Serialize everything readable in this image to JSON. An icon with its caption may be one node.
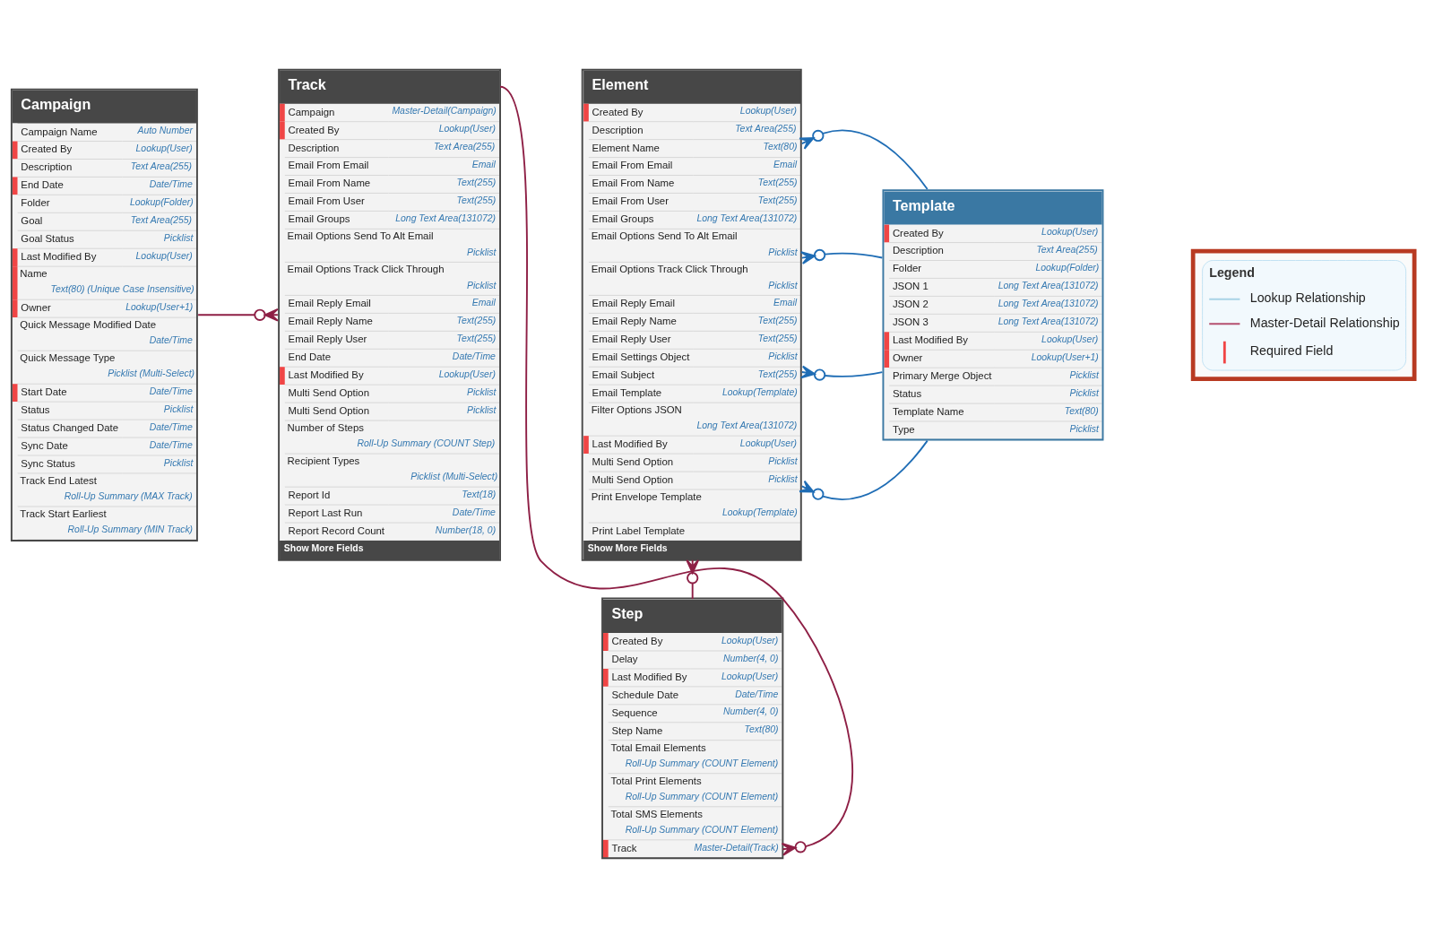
{
  "diagram": {
    "nodes": [
      {
        "text": [
          "Campaign",
          "Campaign Name",
          "Auto Number",
          "Created By",
          "Lookup(User)",
          "Description",
          "Text Area(255)",
          "End Date",
          "Date/Time",
          "Folder",
          "Lookup(Folder)",
          "Goal",
          "Text Area(255)",
          "Goal Status",
          "Picklist",
          "Last Modified By",
          "Lookup(User)",
          "Name",
          "Text(80) (Unique Case Insensitive)",
          "Owner",
          "Lookup(User+1)",
          "Quick Message Modified Date",
          "Date/Time",
          "Quick Message Type",
          "Picklist (Multi-Select)",
          "Start Date",
          "Date/Time",
          "Status",
          "Picklist",
          "Status Changed Date",
          "Date/Time",
          "Sync Date",
          "Date/Time",
          "Sync Status",
          "Picklist",
          "Track End Latest",
          "Roll-Up Summary (MAX Track)",
          "Track Start Earliest",
          "Roll-Up Summary (MIN Track)"
        ]
      },
      {
        "text": [
          "Track",
          "Campaign",
          "Master-Detail(Campaign)",
          "Created By",
          "Lookup(User)",
          "Description",
          "Text Area(255)",
          "Email From Email",
          "Email",
          "Email From Name",
          "Text(255)",
          "Email From User",
          "Text(255)",
          "Email Groups",
          "Long Text Area(131072)",
          "Email Options Send To Alt Email",
          "Picklist",
          "Email Options Track Click Through",
          "Picklist",
          "Email Reply Email",
          "Email",
          "Email Reply Name",
          "Text(255)",
          "Email Reply User",
          "Text(255)",
          "End Date",
          "Date/Time",
          "Last Modified By",
          "Lookup(User)",
          "Multi Send Option",
          "Picklist",
          "Multi Send Option",
          "Picklist",
          "Number of Steps",
          "Roll-Up Summary (COUNT Step)",
          "Recipient Types",
          "Picklist (Multi-Select)",
          "Report Id",
          "Text(18)",
          "Report Last Run",
          "Date/Time",
          "Report Record Count",
          "Number(18, 0)",
          "Show More Fields"
        ]
      },
      {
        "text": [
          "Step",
          "Created By",
          "Lookup(User)",
          "Delay",
          "Number(4, 0)",
          "Last Modified By",
          "Lookup(User)",
          "Schedule Date",
          "Date/Time",
          "Sequence",
          "Number(4, 0)",
          "Step Name",
          "Text(80)",
          "Total Email Elements",
          "Roll-Up Summary (COUNT Element)",
          "Total Print Elements",
          "Roll-Up Summary (COUNT Element)",
          "Total SMS Elements",
          "Roll-Up Summary (COUNT Element)",
          "Track",
          "Master-Detail(Track)"
        ]
      },
      {
        "text": [
          "Element",
          "Created By",
          "Lookup(User)",
          "Description",
          "Text Area(255)",
          "Element Name",
          "Text(80)",
          "Email From Email",
          "Email",
          "Email From Name",
          "Text(255)",
          "Email From User",
          "Text(255)",
          "Email Groups",
          "Long Text Area(131072)",
          "Email Options Send To Alt Email",
          "Picklist",
          "Email Options Track Click Through",
          "Picklist",
          "Email Reply Email",
          "Email",
          "Email Reply Name",
          "Text(255)",
          "Email Reply User",
          "Text(255)",
          "Email Settings Object",
          "Picklist",
          "Email Subject",
          "Text(255)",
          "Email Template",
          "Lookup(Template)",
          "Filter Options JSON",
          "Long Text Area(131072)",
          "Last Modified By",
          "Lookup(User)",
          "Multi Send Option",
          "Picklist",
          "Multi Send Option",
          "Picklist",
          "Print Envelope Template",
          "Lookup(Template)",
          "Print Label Template",
          "Show More Fields"
        ]
      },
      {
        "text": [
          "Template",
          "Created By",
          "Lookup(User)",
          "Description",
          "Text Area(255)",
          "Folder",
          "Lookup(Folder)",
          "JSON 1",
          "Long Text Area(131072)",
          "JSON 2",
          "Long Text Area(131072)",
          "JSON 3",
          "Long Text Area(131072)",
          "Last Modified By",
          "Lookup(User)",
          "Owner",
          "Lookup(User+1)",
          "Primary Merge Object",
          "Picklist",
          "Status",
          "Picklist",
          "Template Name",
          "Text(80)",
          "Type",
          "Picklist"
        ]
      }
    ],
    "edges": [
      {
        "from": 1,
        "to": 0,
        "arrow": "other",
        "color": "#8e1f45"
      },
      {
        "from": 2,
        "to": 1,
        "arrow": "other",
        "color": "#8e1f45"
      },
      {
        "from": 3,
        "to": 2,
        "arrow": "other",
        "color": "#8e1f45"
      },
      {
        "from": 3,
        "to": 4,
        "arrow": "other"
      },
      {
        "from": 3,
        "to": 4,
        "arrow": "other"
      },
      {
        "from": 3,
        "to": 4,
        "arrow": "other"
      },
      {
        "from": 3,
        "to": 4,
        "arrow": "other"
      }
    ],
    "labels": [
      "Legend"
    ],
    "legend": [
      {
        "text": "Lookup Relationship"
      },
      {
        "text": "Master-Detail Relationship"
      },
      {
        "text": "Required Field"
      }
    ]
  }
}
